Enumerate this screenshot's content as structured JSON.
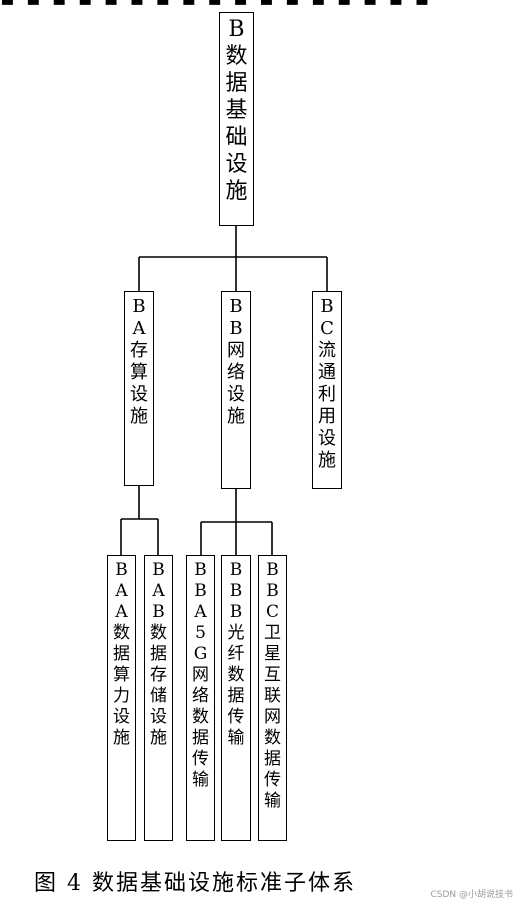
{
  "diagram": {
    "root": "B数据基础设施",
    "level2": [
      {
        "label": "BA存算设施"
      },
      {
        "label": "BB网络设施"
      },
      {
        "label": "BC流通利用设施"
      }
    ],
    "level3": [
      {
        "label": "BAA数据算力设施"
      },
      {
        "label": "BAB数据存储设施"
      },
      {
        "label": "BBA5G网络数据传输"
      },
      {
        "label": "BBB光纤数据传输"
      },
      {
        "label": "BBC卫星互联网数据传输"
      }
    ]
  },
  "caption": "图 4  数据基础设施标准子体系",
  "watermark": "CSDN @小胡说技书"
}
